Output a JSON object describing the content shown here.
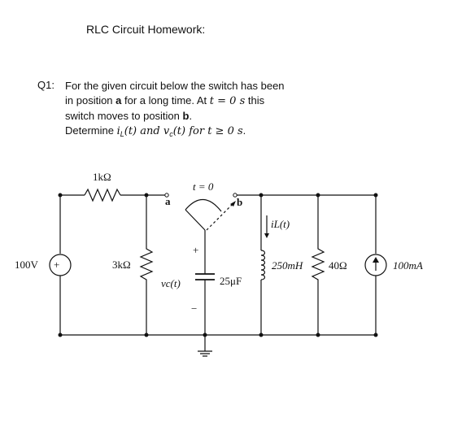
{
  "header": {
    "title": "RLC Circuit Homework:"
  },
  "question": {
    "label": "Q1:",
    "line1": "For the given circuit below the switch has been",
    "line2_a": "in position ",
    "line2_pos_a": "a",
    "line2_b": " for a long time.  At ",
    "line2_t0": "t = 0 s",
    "line2_c": " this",
    "line3_a": "switch moves to position ",
    "line3_pos_b": "b",
    "line3_c": ".",
    "line4_a": "Determine ",
    "line4_il": "i",
    "line4_il_sub": "L",
    "line4_b": "(t) and ",
    "line4_vc": "v",
    "line4_vc_sub": "c",
    "line4_c": "(t) for ",
    "line4_cond": "t ≥ 0 s",
    "line4_d": "."
  },
  "circuit": {
    "source_voltage_label": "100V",
    "source_plus": "+",
    "resistor_1k_label": "1kΩ",
    "resistor_3k_label": "3kΩ",
    "switch_time_label": "t = 0",
    "switch_pos_a": "a",
    "switch_pos_b": "b",
    "cap_plus": "+",
    "cap_minus": "−",
    "vc_label": "vc(t)",
    "capacitor_label": "25μF",
    "il_label": "iL(t)",
    "inductor_label": "250mH",
    "resistor_40_label": "40Ω",
    "current_source_label": "100mA"
  }
}
